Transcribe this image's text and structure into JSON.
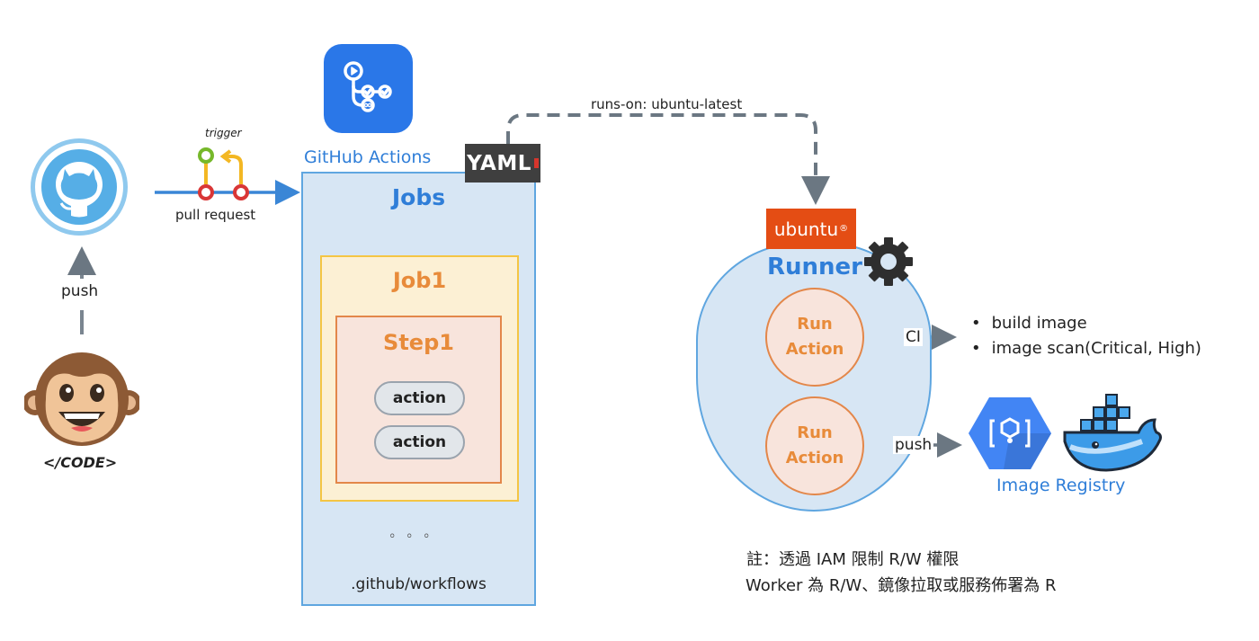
{
  "source": {
    "code_label": "</CODE>",
    "push_label": "push"
  },
  "pipeline": {
    "trigger_label": "trigger",
    "pull_request_label": "pull request"
  },
  "actions": {
    "title": "GitHub Actions",
    "yaml_label": "YAML",
    "jobs_title": "Jobs",
    "job1_title": "Job1",
    "step1_title": "Step1",
    "action_labels": [
      "action",
      "action"
    ],
    "ellipsis": "。。。",
    "workflow_path": ".github/workflows"
  },
  "runs_on": "runs-on: ubuntu-latest",
  "runner": {
    "os_badge": "ubuntu",
    "title": "Runner",
    "run_actions": [
      {
        "line1": "Run",
        "line2": "Action"
      },
      {
        "line1": "Run",
        "line2": "Action"
      }
    ],
    "ci_label": "CI",
    "push_label": "push"
  },
  "ci_steps": [
    "build image",
    "image scan(Critical, High)"
  ],
  "registry": {
    "label": "Image Registry"
  },
  "notes": {
    "line1": "註：透過 IAM 限制 R/W 權限",
    "line2": "Worker 為 R/W、鏡像拉取或服務佈署為 R"
  },
  "colors": {
    "blue": "#2f7ed8",
    "light_blue_fill": "#d7e6f4",
    "orange": "#e88b3a",
    "yellow_border": "#f4c544",
    "ubuntu_orange": "#e44d14",
    "arrow_gray": "#6b7782"
  }
}
